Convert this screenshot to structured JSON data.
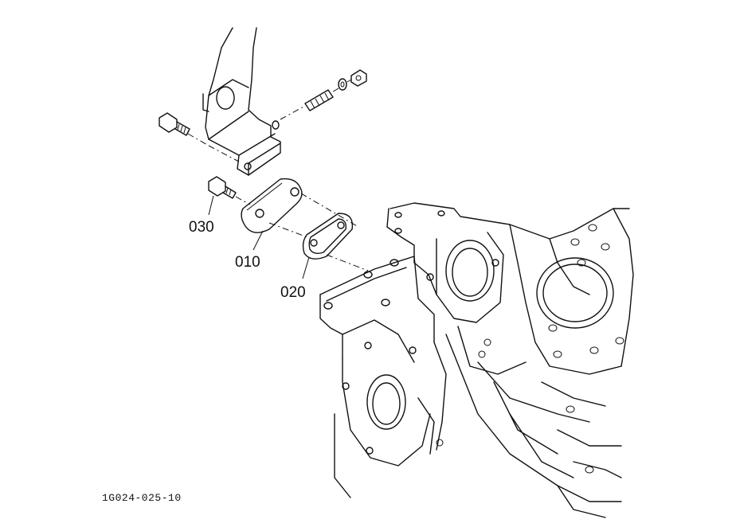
{
  "parts": [
    {
      "label": "030"
    },
    {
      "label": "010"
    },
    {
      "label": "020"
    }
  ],
  "reference_code": "1G024-025-10"
}
